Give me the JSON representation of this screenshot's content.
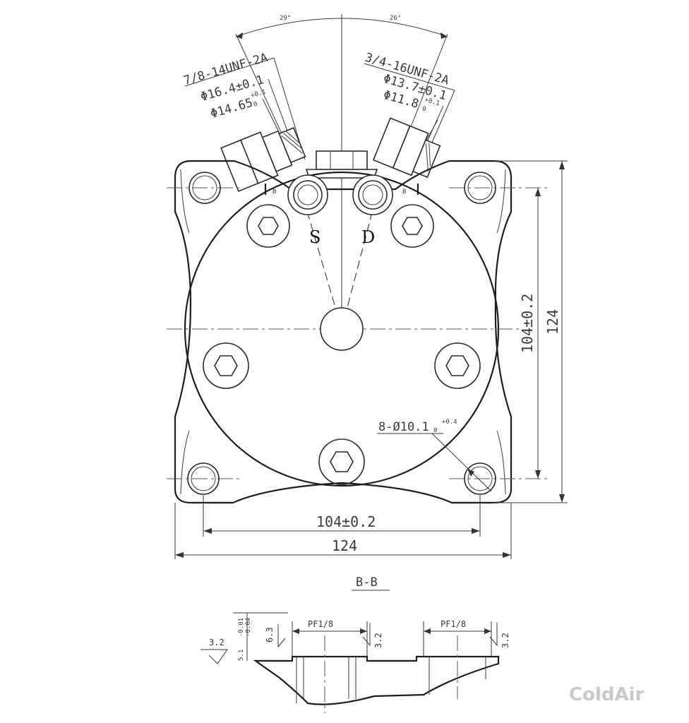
{
  "drawing": {
    "angle_left": "29°",
    "angle_right": "26°",
    "suction": {
      "thread": "7/8-14UNF-2A",
      "dia_major_main": "Φ16.4±0.1",
      "dia_minor_main": "Φ14.65",
      "dia_minor_tol_upper": "+0.1",
      "dia_minor_tol_lower": "0"
    },
    "discharge": {
      "thread": "3/4-16UNF-2A",
      "dia_major_main": "Φ13.7±0.1",
      "dia_minor_main": "Φ11.8",
      "dia_minor_tol_upper": "+0.1",
      "dia_minor_tol_lower": "0"
    },
    "port_s": "S",
    "port_d": "D",
    "section_mark": "B",
    "dim_bolt_spacing_v": "104±0.2",
    "dim_overall_v": "124",
    "dim_bolt_spacing_h": "104±0.2",
    "dim_overall_h": "124",
    "holes": {
      "main": "8-Ø10.1",
      "tol_upper": "+0.4",
      "tol_lower": "0"
    },
    "section": {
      "title": "B-B",
      "pf_left": "PF1/8",
      "pf_right": "PF1/8",
      "rough_a": "3.2",
      "rough_b": "3.2",
      "rough_c": "3.2",
      "rough_d": "6.3",
      "tol_small_1": "-0.01",
      "tol_small_2": "-0.04",
      "tol_small_3": "5.1"
    },
    "watermark": "ColdAir"
  }
}
